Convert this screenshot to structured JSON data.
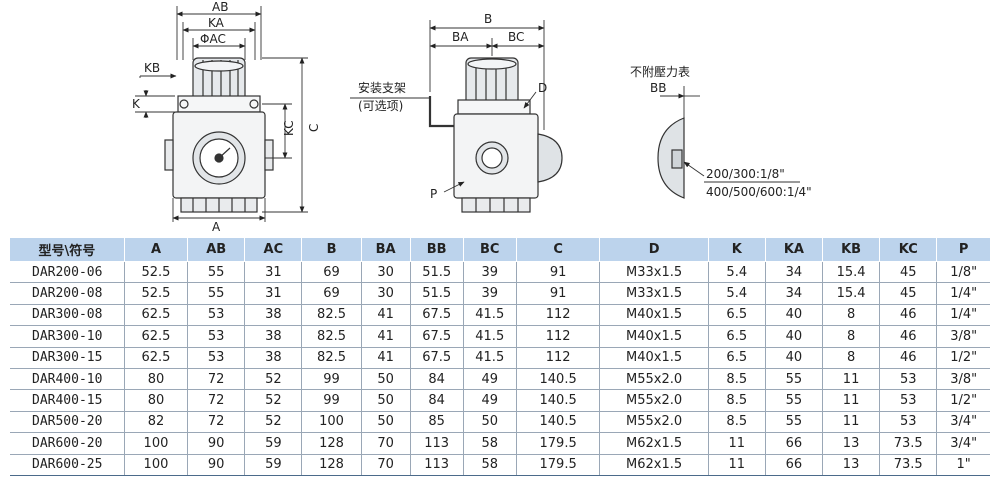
{
  "drawing": {
    "dims": {
      "AB": "AB",
      "KA": "KA",
      "PHI_AC": "ΦAC",
      "KB": "KB",
      "K": "K",
      "A": "A",
      "C": "C",
      "KC": "KC",
      "B": "B",
      "BA": "BA",
      "BC": "BC",
      "D": "D",
      "P": "P",
      "BB": "BB"
    },
    "annotations": {
      "bracket_line1": "安装支架",
      "bracket_line2": "(可选项)",
      "no_gauge": "不附壓力表",
      "port_small": "200/300:1/8\"",
      "port_large": "400/500/600:1/4\""
    }
  },
  "table": {
    "headers": [
      "型号\\符号",
      "A",
      "AB",
      "AC",
      "B",
      "BA",
      "BB",
      "BC",
      "C",
      "D",
      "K",
      "KA",
      "KB",
      "KC",
      "P"
    ],
    "rows": [
      [
        "DAR200-06",
        "52.5",
        "55",
        "31",
        "69",
        "30",
        "51.5",
        "39",
        "91",
        "M33x1.5",
        "5.4",
        "34",
        "15.4",
        "45",
        "1/8\""
      ],
      [
        "DAR200-08",
        "52.5",
        "55",
        "31",
        "69",
        "30",
        "51.5",
        "39",
        "91",
        "M33x1.5",
        "5.4",
        "34",
        "15.4",
        "45",
        "1/4\""
      ],
      [
        "DAR300-08",
        "62.5",
        "53",
        "38",
        "82.5",
        "41",
        "67.5",
        "41.5",
        "112",
        "M40x1.5",
        "6.5",
        "40",
        "8",
        "46",
        "1/4\""
      ],
      [
        "DAR300-10",
        "62.5",
        "53",
        "38",
        "82.5",
        "41",
        "67.5",
        "41.5",
        "112",
        "M40x1.5",
        "6.5",
        "40",
        "8",
        "46",
        "3/8\""
      ],
      [
        "DAR300-15",
        "62.5",
        "53",
        "38",
        "82.5",
        "41",
        "67.5",
        "41.5",
        "112",
        "M40x1.5",
        "6.5",
        "40",
        "8",
        "46",
        "1/2\""
      ],
      [
        "DAR400-10",
        "80",
        "72",
        "52",
        "99",
        "50",
        "84",
        "49",
        "140.5",
        "M55x2.0",
        "8.5",
        "55",
        "11",
        "53",
        "3/8\""
      ],
      [
        "DAR400-15",
        "80",
        "72",
        "52",
        "99",
        "50",
        "84",
        "49",
        "140.5",
        "M55x2.0",
        "8.5",
        "55",
        "11",
        "53",
        "1/2\""
      ],
      [
        "DAR500-20",
        "82",
        "72",
        "52",
        "100",
        "50",
        "85",
        "50",
        "140.5",
        "M55x2.0",
        "8.5",
        "55",
        "11",
        "53",
        "3/4\""
      ],
      [
        "DAR600-20",
        "100",
        "90",
        "59",
        "128",
        "70",
        "113",
        "58",
        "179.5",
        "M62x1.5",
        "11",
        "66",
        "13",
        "73.5",
        "3/4\""
      ],
      [
        "DAR600-25",
        "100",
        "90",
        "59",
        "128",
        "70",
        "113",
        "58",
        "179.5",
        "M62x1.5",
        "11",
        "66",
        "13",
        "73.5",
        "1\""
      ]
    ]
  }
}
